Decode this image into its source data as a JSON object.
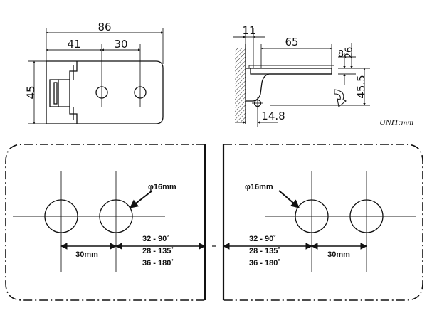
{
  "top_left": {
    "dim_overall": "86",
    "dim_left": "41",
    "dim_spacing": "30",
    "dim_height": "45"
  },
  "top_right": {
    "dim_11": "11",
    "dim_65": "65",
    "dim_8": "8",
    "dim_26": "26",
    "dim_45_5": "45.5",
    "dim_14_8": "14.8",
    "unit": "UNIT:mm"
  },
  "left_panel": {
    "hole_label": "φ16mm",
    "spacing_label": "30mm",
    "angle_lines": [
      "32 - 90˚",
      "28 - 135˚",
      "36 - 180˚"
    ]
  },
  "right_panel": {
    "hole_label": "φ16mm",
    "spacing_label": "30mm",
    "angle_lines": [
      "32 - 90˚",
      "28 - 135˚",
      "36 - 180˚"
    ]
  },
  "colors": {
    "ink": "#111111",
    "background": "#ffffff"
  }
}
